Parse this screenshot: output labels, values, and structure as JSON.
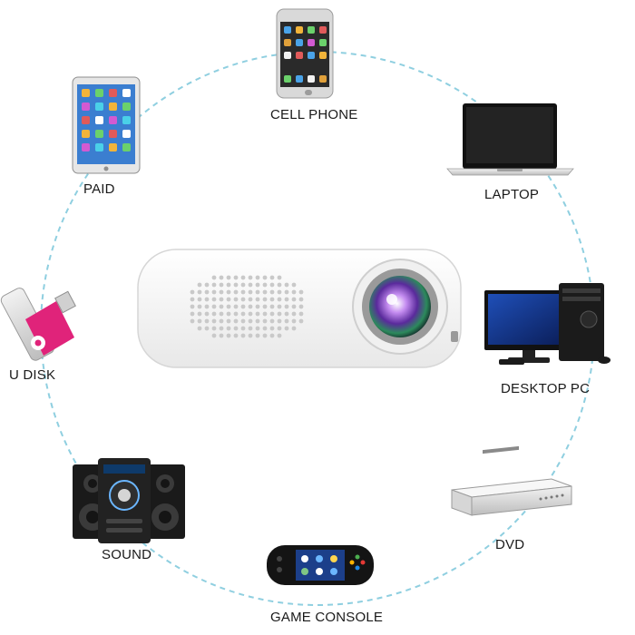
{
  "devices": {
    "cell_phone": "CELL PHONE",
    "paid": "PAID",
    "laptop": "LAPTOP",
    "u_disk": "U DISK",
    "desktop_pc": "DESKTOP PC",
    "sound": "SOUND",
    "dvd": "DVD",
    "game_console": "GAME CONSOLE"
  },
  "colors": {
    "ring": "#8fcfe0",
    "projector_body": "#f4f4f4",
    "usb_pink": "#e0237a",
    "dark": "#1c1c1c"
  }
}
